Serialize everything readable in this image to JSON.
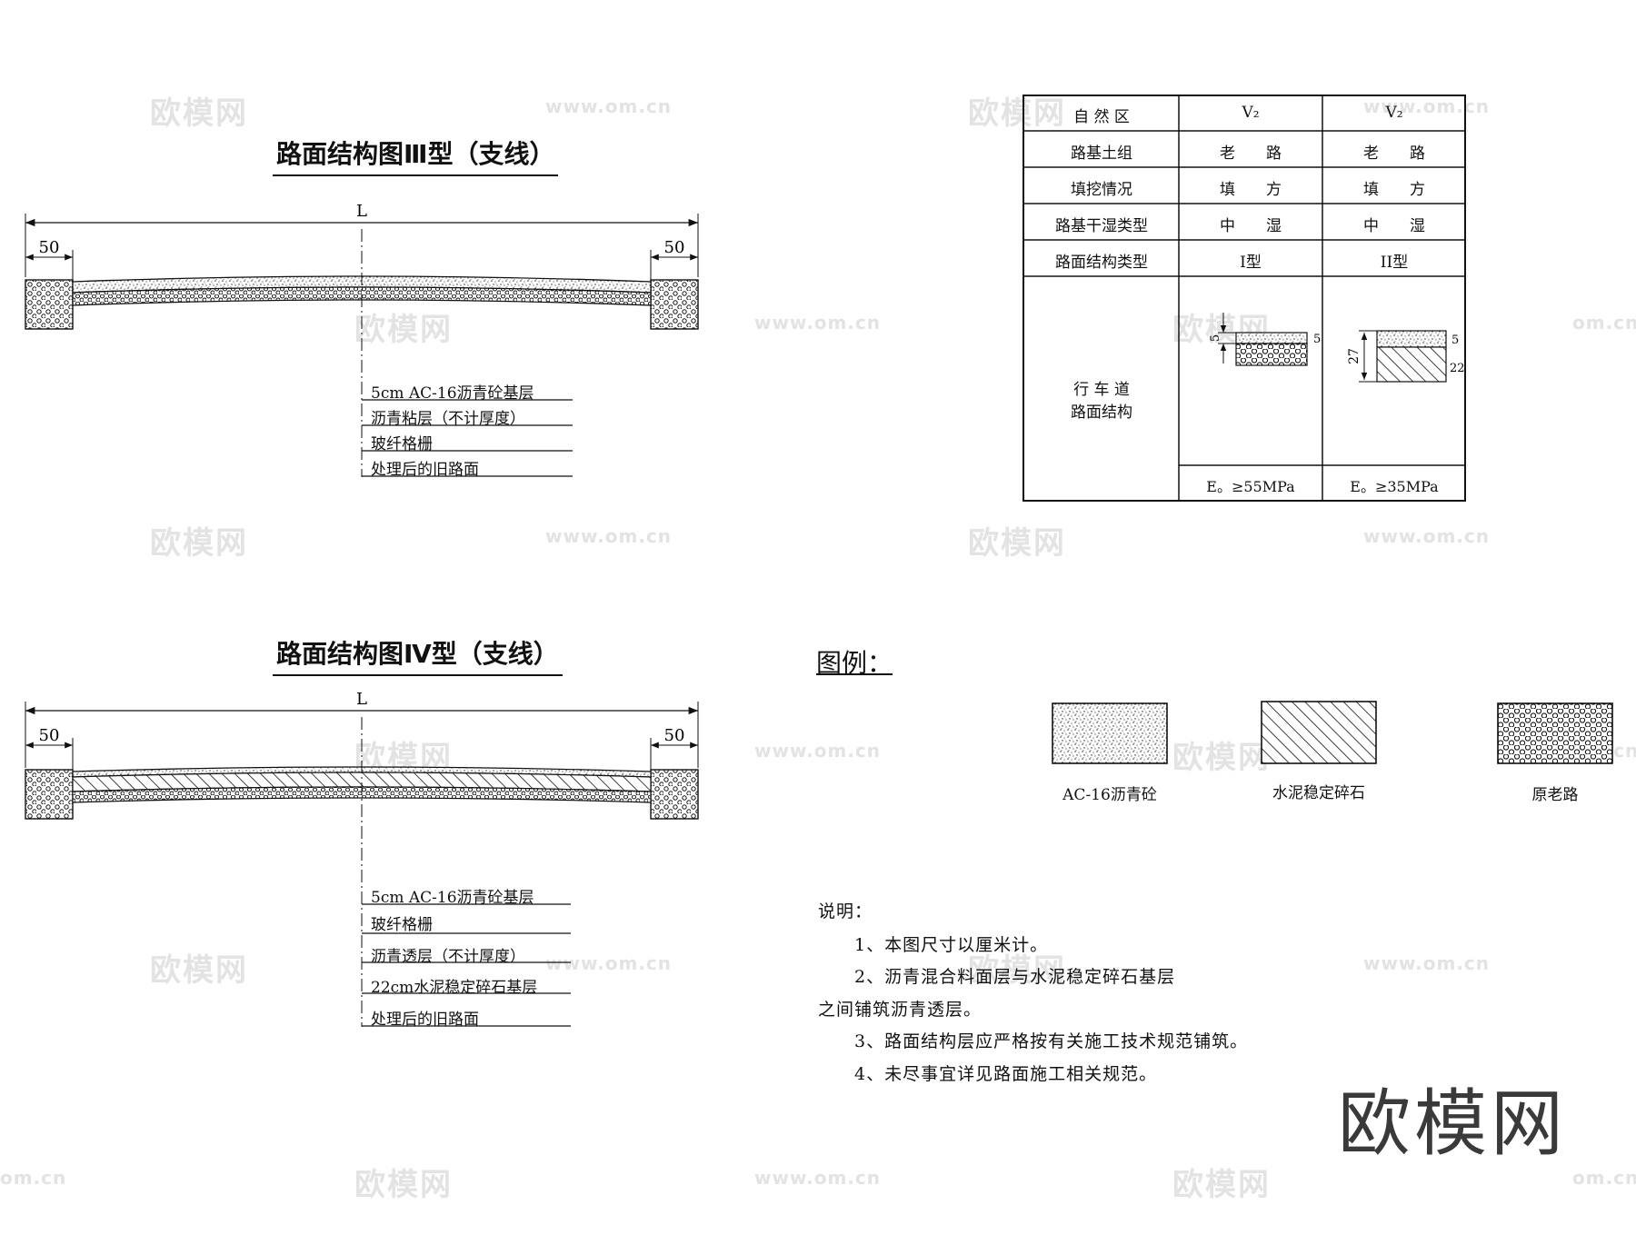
{
  "watermark": {
    "cn": "欧模网",
    "url": "www.om.cn",
    "url_short": "om.cn",
    "logo": "欧模网"
  },
  "section3": {
    "title": "路面结构图Ⅲ型（支线）",
    "dim_L": "L",
    "dim_left": "50",
    "dim_right": "50",
    "layers": [
      "5cm AC-16沥青砼基层",
      "沥青粘层（不计厚度）",
      "玻纤格栅",
      "处理后的旧路面"
    ]
  },
  "section4": {
    "title": "路面结构图Ⅳ型（支线）",
    "dim_L": "L",
    "dim_left": "50",
    "dim_right": "50",
    "layers": [
      "5cm AC-16沥青砼基层",
      "玻纤格栅",
      "沥青透层（不计厚度）",
      "22cm水泥稳定碎石基层",
      "处理后的旧路面"
    ]
  },
  "table": {
    "rows": [
      {
        "label": "自 然 区",
        "c1": "V₂",
        "c2": "V₂"
      },
      {
        "label": "路基土组",
        "c1": "老　　路",
        "c2": "老　　路"
      },
      {
        "label": "填挖情况",
        "c1": "填　　方",
        "c2": "填　　方"
      },
      {
        "label": "路基干湿类型",
        "c1": "中　　湿",
        "c2": "中　　湿"
      },
      {
        "label": "路面结构类型",
        "c1": "I型",
        "c2": "II型"
      }
    ],
    "structure_label_1": "行 车 道",
    "structure_label_2": "路面结构",
    "type1": {
      "top_dim": "5",
      "layer_dim": "5"
    },
    "type2": {
      "total_dim": "27",
      "top_dim": "5",
      "bottom_dim": "22"
    },
    "modulus_1": "E。≥55MPa",
    "modulus_2": "E。≥35MPa"
  },
  "legend": {
    "title": "图例：",
    "items": [
      "AC-16沥青砼",
      "水泥稳定碎石",
      "原老路"
    ]
  },
  "notes": {
    "title": "说明：",
    "lines": [
      "1、本图尺寸以厘米计。",
      "2、沥青混合料面层与水泥稳定碎石基层",
      "之间铺筑沥青透层。",
      "3、路面结构层应严格按有关施工技术规范铺筑。",
      "4、未尽事宜详见路面施工相关规范。"
    ]
  }
}
